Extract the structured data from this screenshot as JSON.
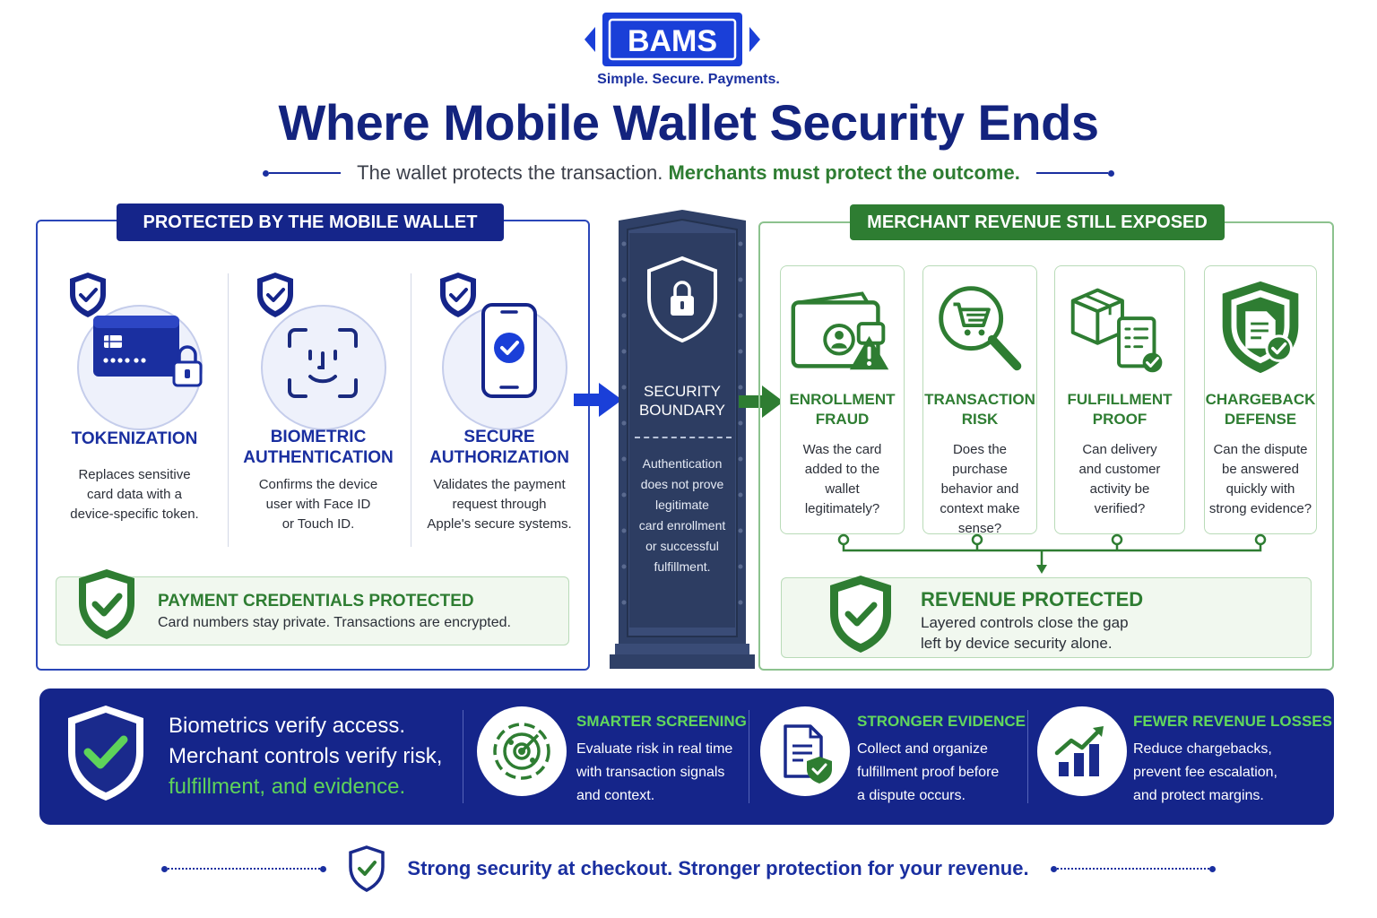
{
  "header": {
    "logo_text": "BAMS",
    "tagline": "Simple. Secure. Payments.",
    "title": "Where Mobile Wallet Security Ends",
    "subtitle_part1": "The wallet protects the transaction.",
    "subtitle_part2": "Merchants must protect the outcome."
  },
  "left_panel": {
    "header": "PROTECTED BY THE MOBILE WALLET",
    "features": [
      {
        "title": "TOKENIZATION",
        "desc_lines": [
          "Replaces sensitive",
          "card data with a",
          "device-specific token."
        ],
        "icon": "credit-card-lock-icon"
      },
      {
        "title_lines": [
          "BIOMETRIC",
          "AUTHENTICATION"
        ],
        "desc_lines": [
          "Confirms the device",
          "user with Face ID",
          "or Touch ID."
        ],
        "icon": "face-id-icon"
      },
      {
        "title_lines": [
          "SECURE",
          "AUTHORIZATION"
        ],
        "desc_lines": [
          "Validates the payment",
          "request through",
          "Apple's secure systems."
        ],
        "icon": "phone-check-icon"
      }
    ],
    "credentials": {
      "title": "PAYMENT CREDENTIALS PROTECTED",
      "desc": "Card numbers stay private. Transactions are encrypted."
    }
  },
  "pillar": {
    "title_lines": [
      "SECURITY",
      "BOUNDARY"
    ],
    "desc_lines": [
      "Authentication",
      "does not prove",
      "legitimate",
      "card enrollment",
      "or successful",
      "fulfillment."
    ]
  },
  "right_panel": {
    "header": "MERCHANT REVENUE STILL EXPOSED",
    "cards": [
      {
        "title_lines": [
          "ENROLLMENT",
          "FRAUD"
        ],
        "desc_lines": [
          "Was the card",
          "added to the",
          "wallet",
          "legitimately?"
        ],
        "icon": "wallet-warning-icon"
      },
      {
        "title_lines": [
          "TRANSACTION",
          "RISK"
        ],
        "desc_lines": [
          "Does the purchase",
          "behavior and",
          "context make",
          "sense?"
        ],
        "icon": "cart-magnifier-icon"
      },
      {
        "title_lines": [
          "FULFILLMENT",
          "PROOF"
        ],
        "desc_lines": [
          "Can delivery",
          "and customer",
          "activity be",
          "verified?"
        ],
        "icon": "package-checklist-icon"
      },
      {
        "title_lines": [
          "CHARGEBACK",
          "DEFENSE"
        ],
        "desc_lines": [
          "Can the dispute",
          "be answered",
          "quickly with",
          "strong evidence?"
        ],
        "icon": "shield-document-icon"
      }
    ],
    "revenue": {
      "title": "REVENUE PROTECTED",
      "desc_lines": [
        "Layered controls close the gap",
        "left by device security alone."
      ]
    }
  },
  "banner": {
    "line1": "Biometrics verify access.",
    "line2": "Merchant controls verify risk,",
    "line3": "fulfillment, and evidence.",
    "items": [
      {
        "title": "SMARTER SCREENING",
        "desc_lines": [
          "Evaluate risk in real time",
          "with transaction signals",
          "and context."
        ],
        "icon": "radar-icon"
      },
      {
        "title": "STRONGER EVIDENCE",
        "desc_lines": [
          "Collect and organize",
          "fulfillment proof before",
          "a dispute occurs."
        ],
        "icon": "document-shield-icon"
      },
      {
        "title": "FEWER REVENUE LOSSES",
        "desc_lines": [
          "Reduce chargebacks,",
          "prevent fee escalation,",
          "and protect margins."
        ],
        "icon": "growth-chart-icon"
      }
    ]
  },
  "footer": {
    "text": "Strong security at checkout. Stronger protection for your revenue."
  },
  "colors": {
    "navy": "#15258a",
    "blue": "#1a2fa0",
    "green": "#2e7d32",
    "bright_green": "#5ed35a",
    "pillar": "#2f4067"
  }
}
